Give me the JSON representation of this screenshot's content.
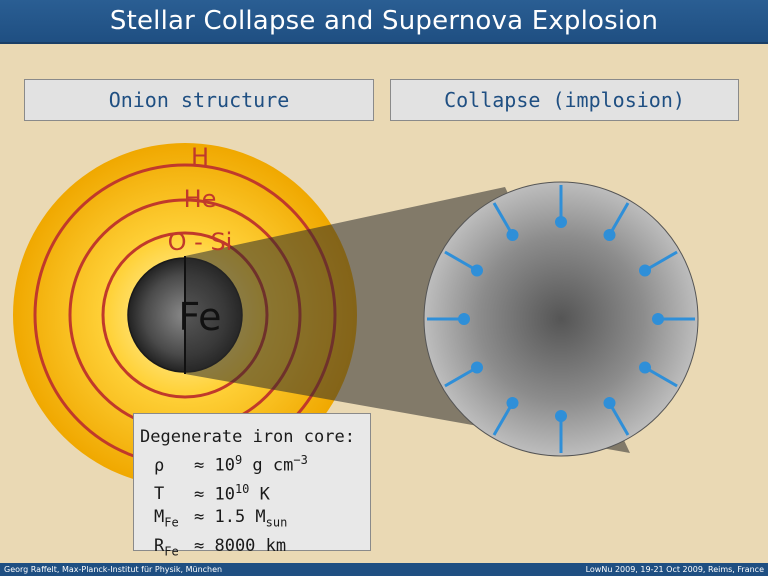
{
  "slide": {
    "title": "Stellar Collapse and Supernova Explosion",
    "left_label": "Onion structure",
    "right_label": "Collapse (implosion)"
  },
  "onion": {
    "shells": [
      "H",
      "He",
      "O - Si"
    ],
    "core": "Fe"
  },
  "core_info": {
    "heading": "Degenerate iron core:",
    "rho_symbol": "ρ",
    "rho_approx": "≈ 10",
    "rho_exp": "9",
    "rho_unit": " g cm",
    "rho_unit_exp": "−3",
    "T_symbol": "T",
    "T_approx": "≈ 10",
    "T_exp": "10",
    "T_unit": " K",
    "M_symbol": "M",
    "M_sub": "Fe",
    "M_value": "≈ 1.5 M",
    "M_value_sub": "sun",
    "R_symbol": "R",
    "R_sub": "Fe",
    "R_value": "≈ 8000 km"
  },
  "footer": {
    "left": "Georg Raffelt, Max-Planck-Institut für Physik, München",
    "right": "LowNu 2009, 19-21 Oct 2009, Reims, France"
  },
  "colors": {
    "title_bar": "#1f4f82",
    "background": "#ead9b4",
    "shell_outer": "#f5b800",
    "shell_line": "#c0392b",
    "arrow": "#2f8fd8"
  },
  "icons": [
    "inward-arrow-icon"
  ]
}
